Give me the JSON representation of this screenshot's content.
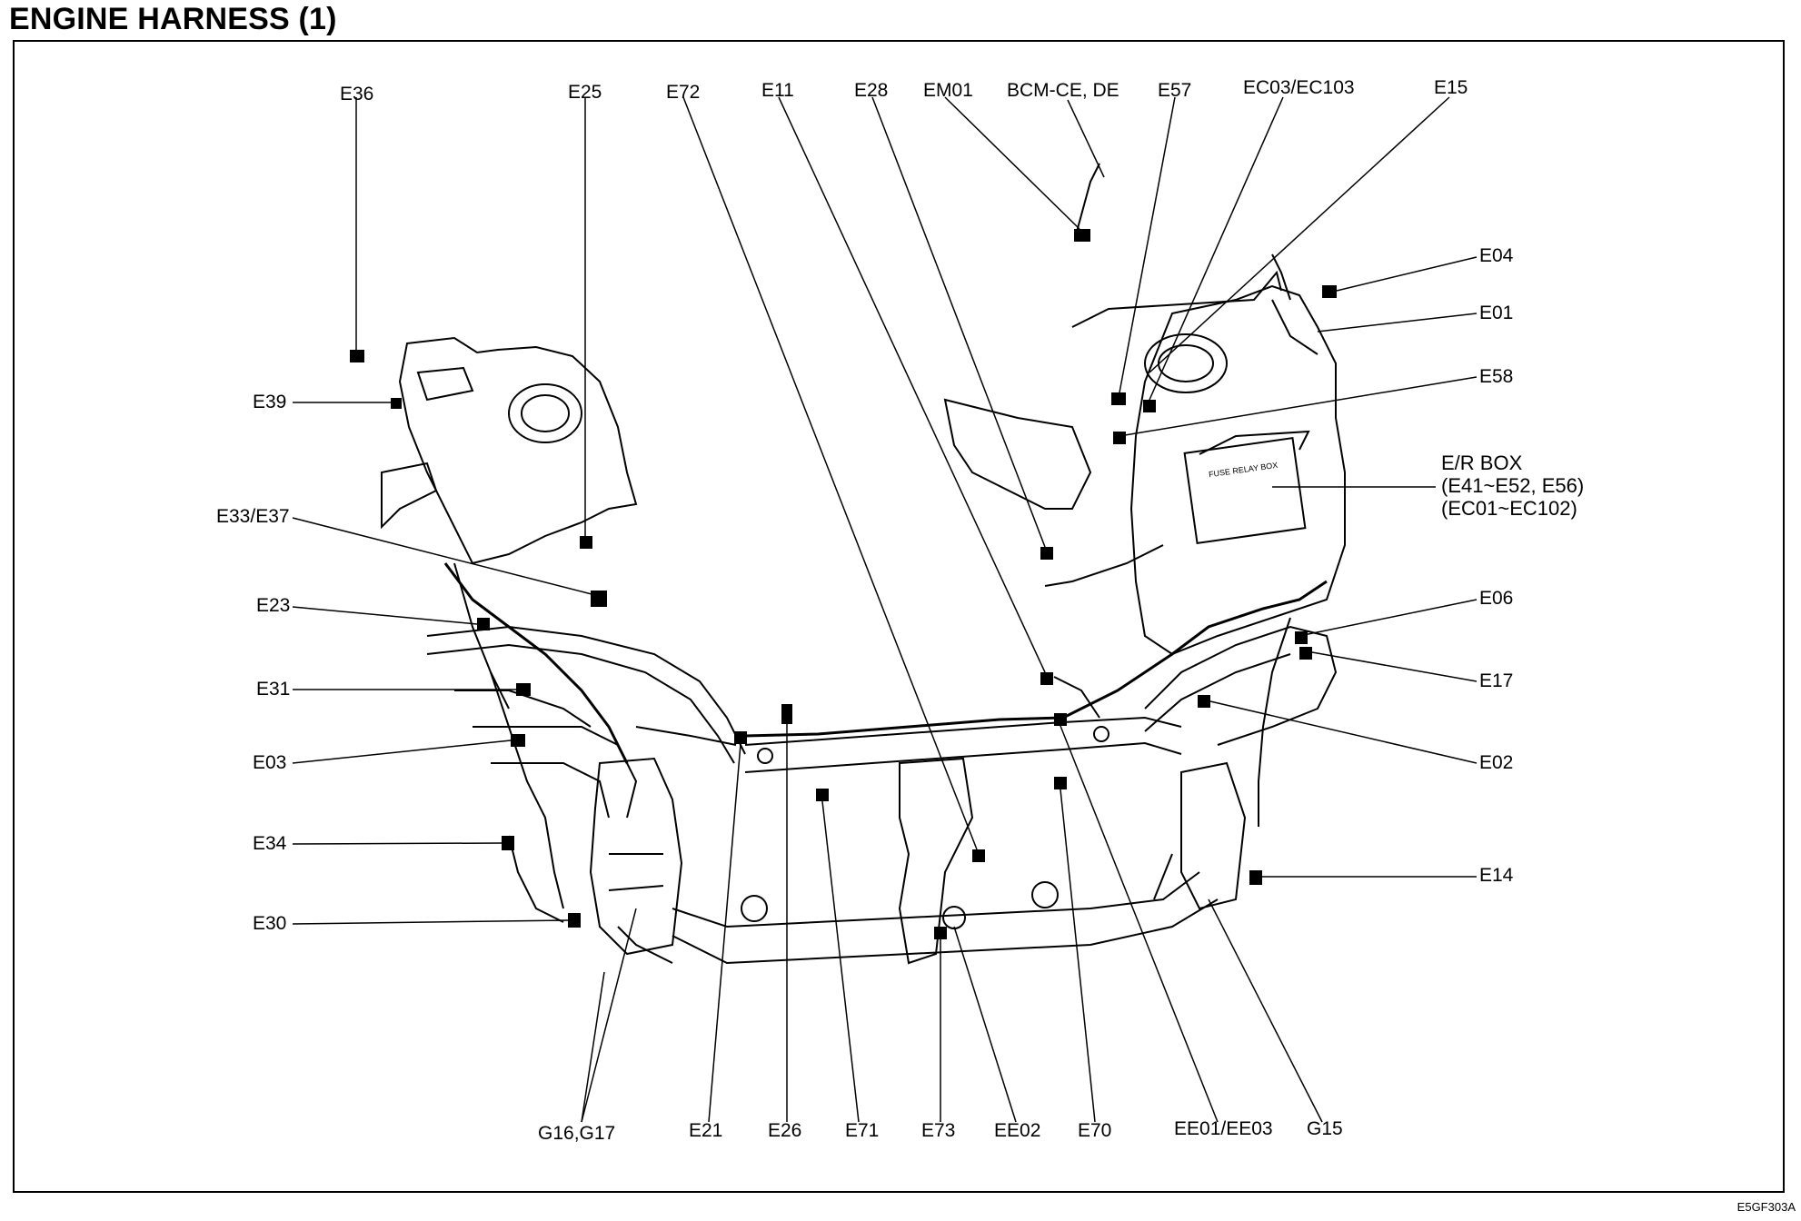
{
  "title": "ENGINE HARNESS (1)",
  "figure_code": "E5GF303A",
  "fuse_box_text": "FUSE RELAY BOX",
  "labels": {
    "E36": "E36",
    "E25": "E25",
    "E72": "E72",
    "E11": "E11",
    "E28": "E28",
    "EM01": "EM01",
    "BCM": "BCM-CE, DE",
    "E57": "E57",
    "EC03": "EC03/EC103",
    "E15": "E15",
    "E04": "E04",
    "E01": "E01",
    "E58": "E58",
    "ERBOX1": "E/R BOX",
    "ERBOX2": "(E41~E52, E56)",
    "ERBOX3": "(EC01~EC102)",
    "E06": "E06",
    "E17": "E17",
    "E02": "E02",
    "E14": "E14",
    "E39": "E39",
    "E33": "E33/E37",
    "E23": "E23",
    "E31": "E31",
    "E03": "E03",
    "E34": "E34",
    "E30": "E30",
    "G16": "G16,G17",
    "E21": "E21",
    "E26": "E26",
    "E71": "E71",
    "E73": "E73",
    "EE02": "EE02",
    "E70": "E70",
    "EE01": "EE01/EE03",
    "G15": "G15"
  }
}
